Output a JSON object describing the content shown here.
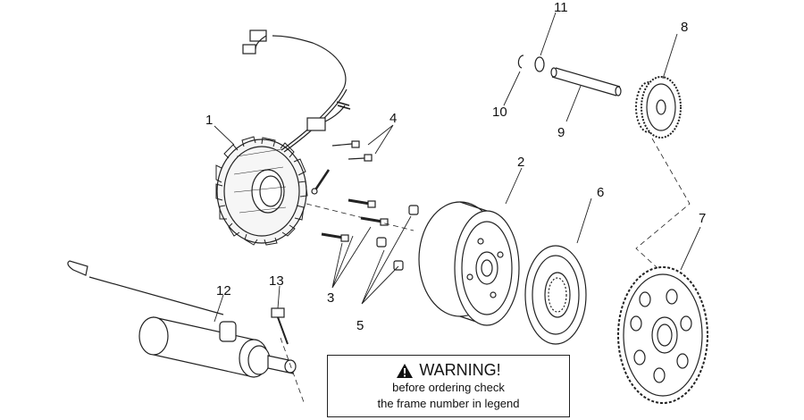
{
  "callouts": [
    {
      "id": "1",
      "label": "1"
    },
    {
      "id": "2",
      "label": "2"
    },
    {
      "id": "3",
      "label": "3"
    },
    {
      "id": "4",
      "label": "4"
    },
    {
      "id": "5",
      "label": "5"
    },
    {
      "id": "6",
      "label": "6"
    },
    {
      "id": "7",
      "label": "7"
    },
    {
      "id": "8",
      "label": "8"
    },
    {
      "id": "9",
      "label": "9"
    },
    {
      "id": "10",
      "label": "10"
    },
    {
      "id": "11",
      "label": "11"
    },
    {
      "id": "12",
      "label": "12"
    },
    {
      "id": "13",
      "label": "13"
    }
  ],
  "warning": {
    "title": "WARNING!",
    "line1": "before ordering check",
    "line2": "the frame number in legend"
  },
  "colors": {
    "line": "#222222",
    "fill": "#ffffff",
    "shade": "#cfcfcf"
  }
}
